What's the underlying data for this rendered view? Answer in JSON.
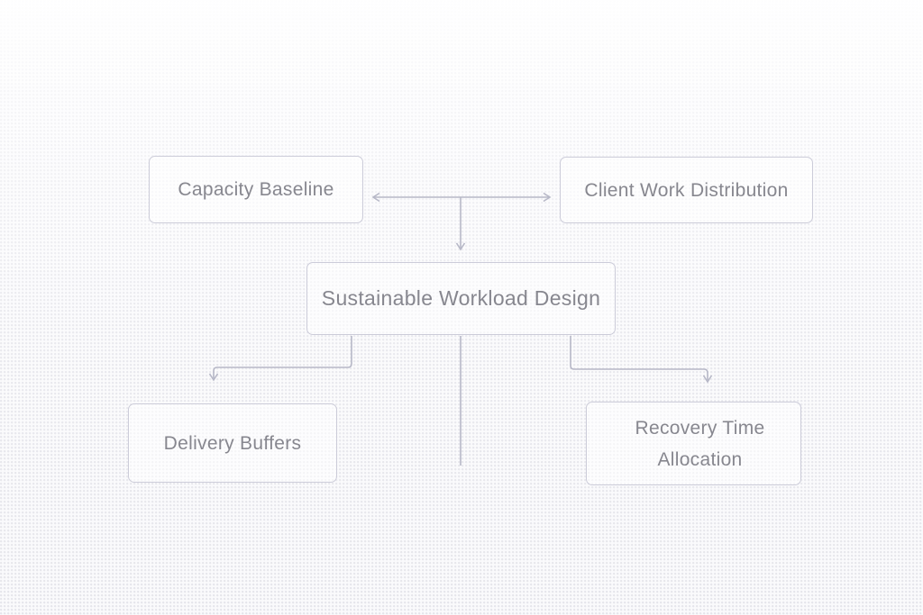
{
  "diagram": {
    "nodes": [
      {
        "id": "capacity-baseline",
        "label": "Capacity Baseline"
      },
      {
        "id": "client-work-distribution",
        "label": "Client Work Distribution"
      },
      {
        "id": "sustainable-workload-design",
        "label": "Sustainable Workload Design"
      },
      {
        "id": "delivery-buffers",
        "label": "Delivery Buffers"
      },
      {
        "id": "recovery-time-allocation",
        "label": "Recovery Time Allocation"
      }
    ],
    "edges": [
      {
        "id": "capacity-client",
        "from": "Capacity Baseline",
        "to": "Client Work Distribution",
        "style": "horizontal-double-arrow"
      },
      {
        "id": "junction-to-center",
        "from": "capacity-client-junction",
        "to": "Sustainable Workload Design",
        "style": "arrow-down"
      },
      {
        "id": "center-to-delivery",
        "from": "Sustainable Workload Design",
        "to": "Delivery Buffers",
        "style": "elbow-arrow-down"
      },
      {
        "id": "center-to-recovery",
        "from": "Sustainable Workload Design",
        "to": "Recovery Time Allocation",
        "style": "elbow-arrow-down"
      },
      {
        "id": "center-dangling",
        "from": "Sustainable Workload Design",
        "to": "",
        "style": "plain-line-down-no-arrowhead"
      }
    ],
    "colors": {
      "node_border": "#ccccd9",
      "node_fill": "#fcfcfe",
      "edge_line": "#b7b8c7",
      "text": "#87878f",
      "background": "#fafafc",
      "background_dots": "#e4e4ea"
    }
  }
}
